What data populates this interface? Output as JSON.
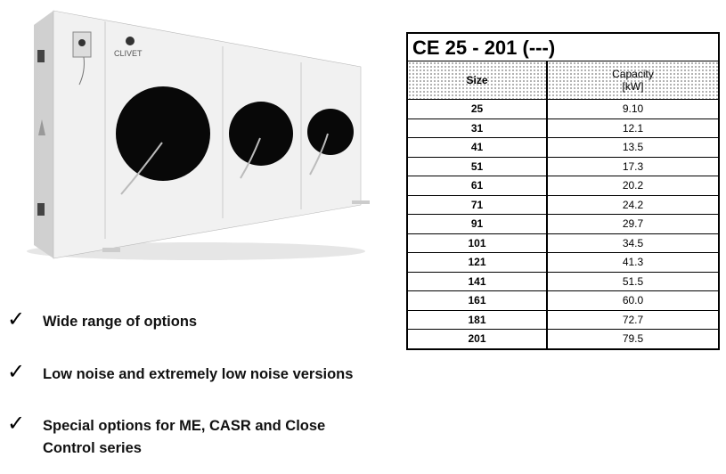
{
  "product_image": {
    "brand": "CLIVET"
  },
  "bullets": [
    {
      "icon": "checkmark-icon",
      "text": "Wide  range of options"
    },
    {
      "icon": "checkmark-icon",
      "text": "Low noise and extremely low noise versions"
    },
    {
      "icon": "checkmark-icon",
      "text": "Special options for ME, CASR and Close Control series"
    }
  ],
  "table": {
    "title": "CE 25 - 201 (---)",
    "headers": {
      "size": "Size",
      "capacity": "Capacity",
      "unit": "[kW]"
    },
    "rows": [
      {
        "size": "25",
        "capacity": "9.10"
      },
      {
        "size": "31",
        "capacity": "12.1"
      },
      {
        "size": "41",
        "capacity": "13.5"
      },
      {
        "size": "51",
        "capacity": "17.3"
      },
      {
        "size": "61",
        "capacity": "20.2"
      },
      {
        "size": "71",
        "capacity": "24.2"
      },
      {
        "size": "91",
        "capacity": "29.7"
      },
      {
        "size": "101",
        "capacity": "34.5"
      },
      {
        "size": "121",
        "capacity": "41.3"
      },
      {
        "size": "141",
        "capacity": "51.5"
      },
      {
        "size": "161",
        "capacity": "60.0"
      },
      {
        "size": "181",
        "capacity": "72.7"
      },
      {
        "size": "201",
        "capacity": "79.5"
      }
    ]
  }
}
